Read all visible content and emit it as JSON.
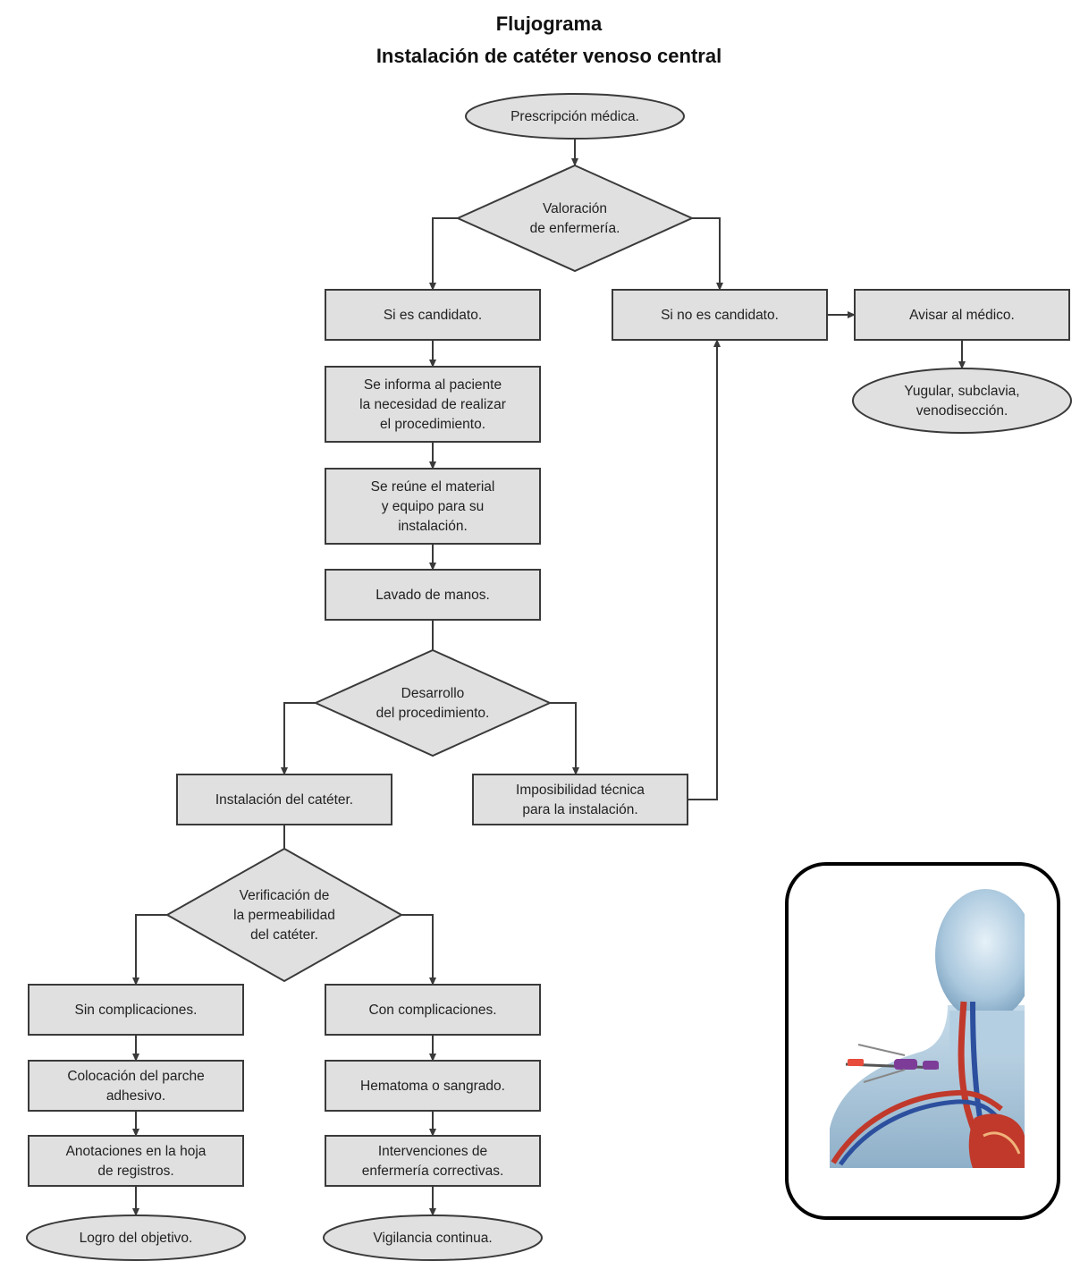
{
  "title": "Flujograma",
  "subtitle": "Instalación de catéter venoso central",
  "colors": {
    "shape_fill": "#e0e0e0",
    "stroke": "#3a3a3a",
    "frame": "#000000"
  },
  "illustration": {
    "icon": "catheter-anatomy-illustration"
  },
  "nodes": [
    {
      "id": "prescripcion",
      "shape": "ellipse",
      "lines": [
        "Prescripción médica."
      ]
    },
    {
      "id": "valoracion",
      "shape": "diamond",
      "lines": [
        "Valoración",
        "de enfermería."
      ]
    },
    {
      "id": "candidato",
      "shape": "rect",
      "lines": [
        "Si es candidato."
      ]
    },
    {
      "id": "no-candidato",
      "shape": "rect",
      "lines": [
        "Si no es candidato."
      ]
    },
    {
      "id": "avisar",
      "shape": "rect",
      "lines": [
        "Avisar al médico."
      ]
    },
    {
      "id": "yugular",
      "shape": "ellipse",
      "lines": [
        "Yugular, subclavia,",
        "venodisección."
      ]
    },
    {
      "id": "informa",
      "shape": "rect",
      "lines": [
        "Se informa al paciente",
        "la necesidad de realizar",
        "el procedimiento."
      ]
    },
    {
      "id": "reune",
      "shape": "rect",
      "lines": [
        "Se reúne el material",
        "y equipo para su",
        "instalación."
      ]
    },
    {
      "id": "lavado",
      "shape": "rect",
      "lines": [
        "Lavado de manos."
      ]
    },
    {
      "id": "desarrollo",
      "shape": "diamond",
      "lines": [
        "Desarrollo",
        "del procedimiento."
      ]
    },
    {
      "id": "instalacion",
      "shape": "rect",
      "lines": [
        "Instalación del catéter."
      ]
    },
    {
      "id": "imposibilidad",
      "shape": "rect",
      "lines": [
        "Imposibilidad técnica",
        "para la instalación."
      ]
    },
    {
      "id": "verificacion",
      "shape": "diamond",
      "lines": [
        "Verificación de",
        "la permeabilidad",
        "del catéter."
      ]
    },
    {
      "id": "sin-compl",
      "shape": "rect",
      "lines": [
        "Sin complicaciones."
      ]
    },
    {
      "id": "con-compl",
      "shape": "rect",
      "lines": [
        "Con complicaciones."
      ]
    },
    {
      "id": "parche",
      "shape": "rect",
      "lines": [
        "Colocación del parche",
        "adhesivo."
      ]
    },
    {
      "id": "hematoma",
      "shape": "rect",
      "lines": [
        "Hematoma o sangrado."
      ]
    },
    {
      "id": "anotaciones",
      "shape": "rect",
      "lines": [
        "Anotaciones en la hoja",
        "de registros."
      ]
    },
    {
      "id": "intervenciones",
      "shape": "rect",
      "lines": [
        "Intervenciones de",
        "enfermería correctivas."
      ]
    },
    {
      "id": "logro",
      "shape": "ellipse",
      "lines": [
        "Logro del objetivo."
      ]
    },
    {
      "id": "vigilancia",
      "shape": "ellipse",
      "lines": [
        "Vigilancia continua."
      ]
    }
  ],
  "edges": [
    {
      "from": "prescripcion",
      "to": "valoracion"
    },
    {
      "from": "valoracion",
      "to": "candidato"
    },
    {
      "from": "valoracion",
      "to": "no-candidato"
    },
    {
      "from": "no-candidato",
      "to": "avisar"
    },
    {
      "from": "avisar",
      "to": "yugular"
    },
    {
      "from": "candidato",
      "to": "informa"
    },
    {
      "from": "informa",
      "to": "reune"
    },
    {
      "from": "reune",
      "to": "lavado"
    },
    {
      "from": "lavado",
      "to": "desarrollo"
    },
    {
      "from": "desarrollo",
      "to": "instalacion"
    },
    {
      "from": "desarrollo",
      "to": "imposibilidad"
    },
    {
      "from": "imposibilidad",
      "to": "no-candidato"
    },
    {
      "from": "instalacion",
      "to": "verificacion"
    },
    {
      "from": "verificacion",
      "to": "sin-compl"
    },
    {
      "from": "verificacion",
      "to": "con-compl"
    },
    {
      "from": "sin-compl",
      "to": "parche"
    },
    {
      "from": "parche",
      "to": "anotaciones"
    },
    {
      "from": "anotaciones",
      "to": "logro"
    },
    {
      "from": "con-compl",
      "to": "hematoma"
    },
    {
      "from": "hematoma",
      "to": "intervenciones"
    },
    {
      "from": "intervenciones",
      "to": "vigilancia"
    }
  ]
}
